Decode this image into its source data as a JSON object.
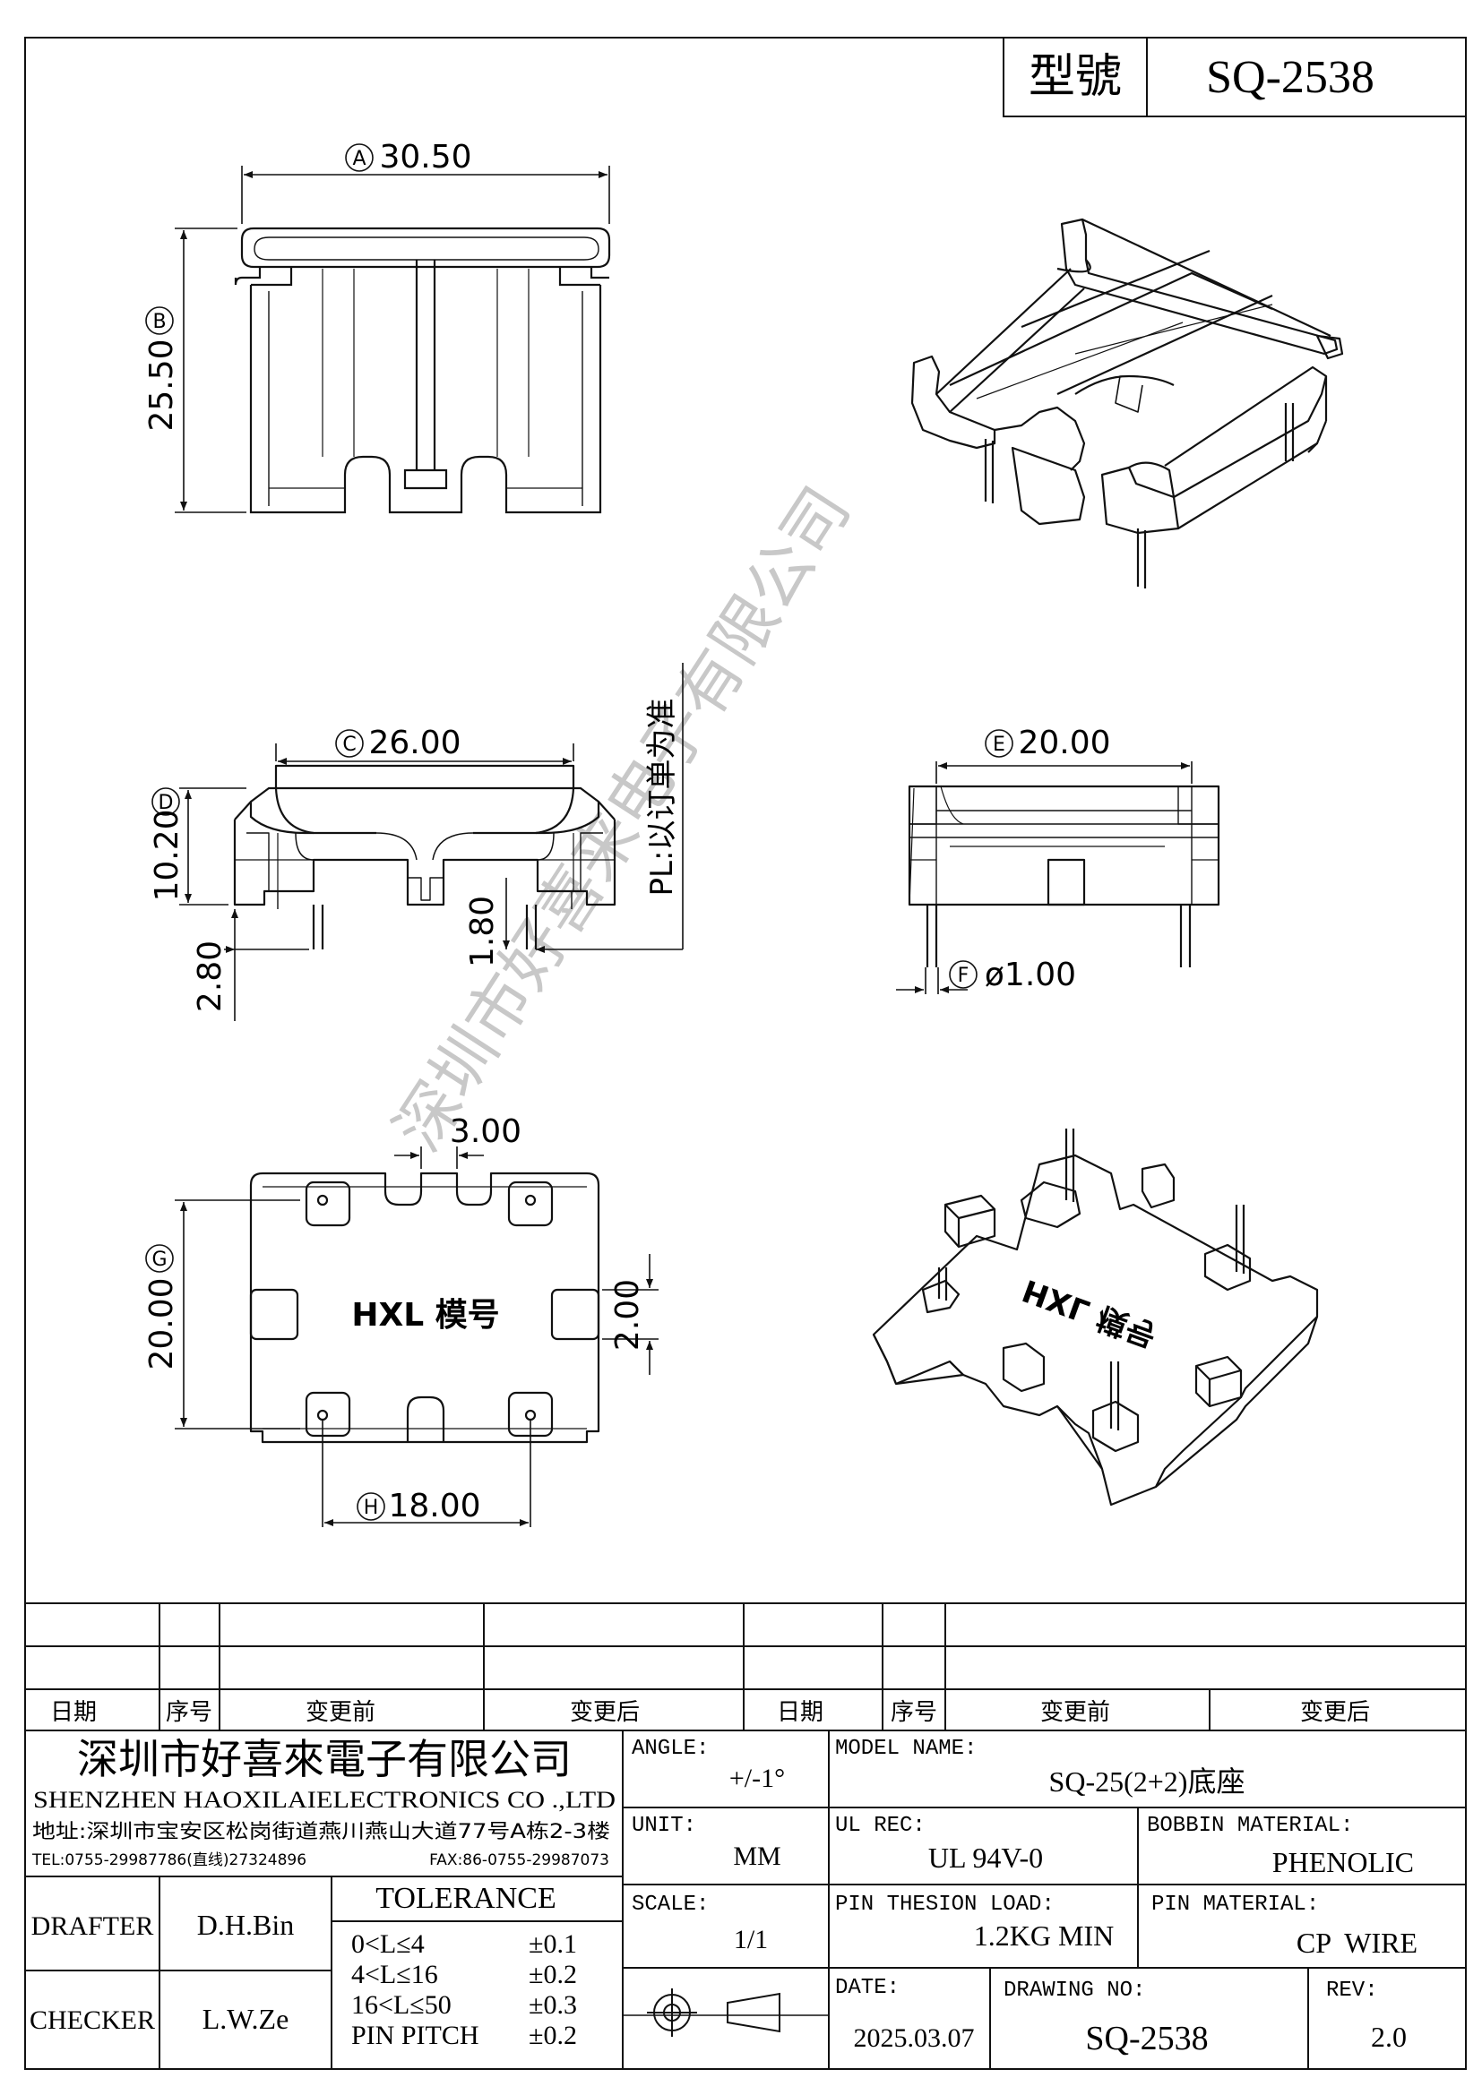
{
  "header": {
    "model_label": "型號",
    "model_value": "SQ-2538"
  },
  "dimensions": {
    "A": "A",
    "A_val": "30.50",
    "B": "B",
    "B_val": "25.50",
    "C": "C",
    "C_val": "26.00",
    "D": "D",
    "D_val": "10.20",
    "E": "E",
    "E_val": "20.00",
    "F": "F",
    "F_val": "ø1.00",
    "G": "G",
    "G_val": "20.00",
    "H": "H",
    "H_val": "18.00",
    "d_2_80": "2.80",
    "d_1_80": "1.80",
    "d_3_00": "3.00",
    "d_2_00": "2.00"
  },
  "pl_note": "PL:以订单为准",
  "mold_mark": "HXL 模号",
  "watermark": "深圳市好喜来电子有限公司",
  "revision_table": {
    "headers": [
      "日期",
      "序号",
      "变更前",
      "变更后",
      "日期",
      "序号",
      "变更前",
      "变更后"
    ]
  },
  "company": {
    "name_cn": "深圳市好喜來電子有限公司",
    "name_en": "SHENZHEN HAOXILAIELECTRONICS CO .,LTD",
    "address": "地址:深圳市宝安区松岗街道燕川燕山大道77号A栋2-3楼",
    "tel": "TEL:0755-29987786(直线)27324896",
    "fax": "FAX:86-0755-29987073"
  },
  "title_block": {
    "angle_label": "ANGLE:",
    "angle_value": "+/-1°",
    "model_name_label": "MODEL NAME:",
    "model_name_value": "SQ-25(2+2)底座",
    "unit_label": "UNIT:",
    "unit_value": "MM",
    "ul_label": "UL REC:",
    "ul_value": "UL 94V-0",
    "bobbin_label": "BOBBIN MATERIAL:",
    "bobbin_value": "PHENOLIC",
    "scale_label": "SCALE:",
    "scale_value": "1/1",
    "load_label": "PIN THESION LOAD:",
    "load_value": "1.2KG MIN",
    "pin_mat_label": "PIN MATERIAL:",
    "pin_mat_value": "CP  WIRE",
    "date_label": "DATE:",
    "date_value": "2025.03.07",
    "drawing_label": "DRAWING NO:",
    "drawing_value": "SQ-2538",
    "rev_label": "REV:",
    "rev_value": "2.0",
    "drafter_label": "DRAFTER",
    "drafter_value": "D.H.Bin",
    "checker_label": "CHECKER",
    "checker_value": "L.W.Ze",
    "tolerance_title": "TOLERANCE",
    "tolerance_rows": [
      {
        "range": "0<L≤4",
        "value": "±0.1"
      },
      {
        "range": "4<L≤16",
        "value": "±0.2"
      },
      {
        "range": "16<L≤50",
        "value": "±0.3"
      },
      {
        "range": "PIN PITCH",
        "value": "±0.2"
      }
    ]
  }
}
